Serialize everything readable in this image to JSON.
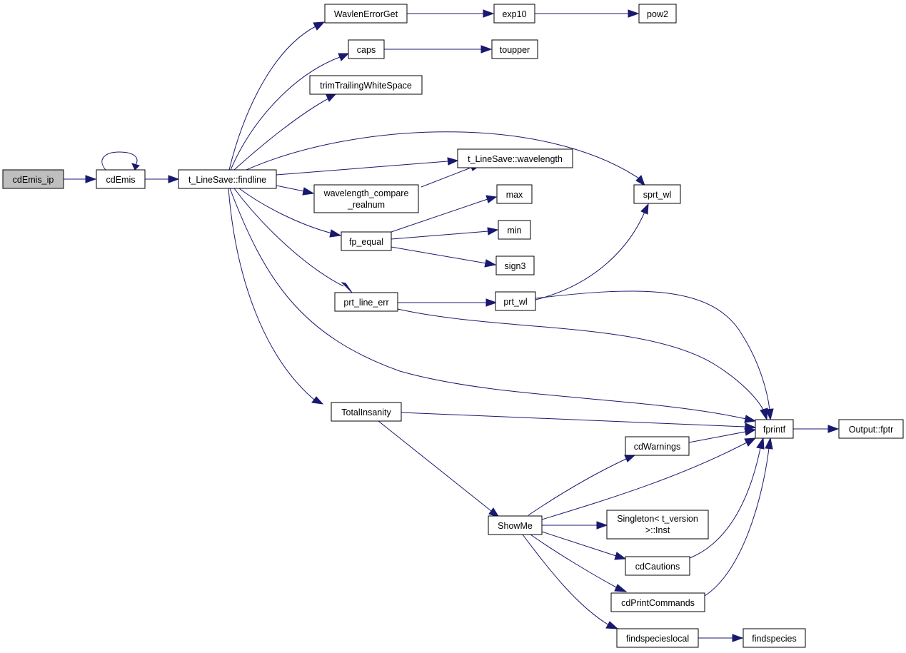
{
  "nodes": {
    "cdEmis_ip": {
      "label": "cdEmis_ip"
    },
    "cdEmis": {
      "label": "cdEmis"
    },
    "findline": {
      "label": "t_LineSave::findline"
    },
    "WavlenErrorGet": {
      "label": "WavlenErrorGet"
    },
    "exp10": {
      "label": "exp10"
    },
    "pow2": {
      "label": "pow2"
    },
    "caps": {
      "label": "caps"
    },
    "toupper": {
      "label": "toupper"
    },
    "trimTrailingWhiteSpace": {
      "label": "trimTrailingWhiteSpace"
    },
    "wavelength": {
      "label": "t_LineSave::wavelength"
    },
    "sprt_wl": {
      "label": "sprt_wl"
    },
    "wavelength_compare_realnum": {
      "label1": "wavelength_compare",
      "label2": "_realnum"
    },
    "max": {
      "label": "max"
    },
    "fp_equal": {
      "label": "fp_equal"
    },
    "min": {
      "label": "min"
    },
    "sign3": {
      "label": "sign3"
    },
    "prt_line_err": {
      "label": "prt_line_err"
    },
    "prt_wl": {
      "label": "prt_wl"
    },
    "TotalInsanity": {
      "label": "TotalInsanity"
    },
    "fprintf": {
      "label": "fprintf"
    },
    "Output_fptr": {
      "label": "Output::fptr"
    },
    "cdWarnings": {
      "label": "cdWarnings"
    },
    "ShowMe": {
      "label": "ShowMe"
    },
    "Singleton_Inst": {
      "label1": "Singleton< t_version",
      "label2": ">::Inst"
    },
    "cdCautions": {
      "label": "cdCautions"
    },
    "cdPrintCommands": {
      "label": "cdPrintCommands"
    },
    "findspecieslocal": {
      "label": "findspecieslocal"
    },
    "findspecies": {
      "label": "findspecies"
    }
  },
  "edges": [
    [
      "cdEmis_ip",
      "cdEmis"
    ],
    [
      "cdEmis",
      "cdEmis"
    ],
    [
      "cdEmis",
      "findline"
    ],
    [
      "findline",
      "WavlenErrorGet"
    ],
    [
      "findline",
      "caps"
    ],
    [
      "findline",
      "trimTrailingWhiteSpace"
    ],
    [
      "findline",
      "sprt_wl"
    ],
    [
      "findline",
      "wavelength"
    ],
    [
      "findline",
      "wavelength_compare_realnum"
    ],
    [
      "findline",
      "fp_equal"
    ],
    [
      "findline",
      "prt_line_err"
    ],
    [
      "findline",
      "fprintf"
    ],
    [
      "findline",
      "TotalInsanity"
    ],
    [
      "WavlenErrorGet",
      "exp10"
    ],
    [
      "exp10",
      "pow2"
    ],
    [
      "caps",
      "toupper"
    ],
    [
      "wavelength_compare_realnum",
      "wavelength"
    ],
    [
      "fp_equal",
      "max"
    ],
    [
      "fp_equal",
      "min"
    ],
    [
      "fp_equal",
      "sign3"
    ],
    [
      "prt_line_err",
      "prt_wl"
    ],
    [
      "prt_line_err",
      "fprintf"
    ],
    [
      "prt_wl",
      "sprt_wl"
    ],
    [
      "prt_wl",
      "fprintf"
    ],
    [
      "TotalInsanity",
      "fprintf"
    ],
    [
      "TotalInsanity",
      "ShowMe"
    ],
    [
      "fprintf",
      "Output_fptr"
    ],
    [
      "ShowMe",
      "cdWarnings"
    ],
    [
      "ShowMe",
      "fprintf"
    ],
    [
      "ShowMe",
      "Singleton_Inst"
    ],
    [
      "ShowMe",
      "cdCautions"
    ],
    [
      "ShowMe",
      "cdPrintCommands"
    ],
    [
      "ShowMe",
      "findspecieslocal"
    ],
    [
      "cdWarnings",
      "fprintf"
    ],
    [
      "cdCautions",
      "fprintf"
    ],
    [
      "cdPrintCommands",
      "fprintf"
    ],
    [
      "findspecieslocal",
      "findspecies"
    ]
  ],
  "colors": {
    "edge": "#191970",
    "root_fill": "#bfbfbf",
    "node_fill": "#ffffff",
    "node_stroke": "#000000"
  }
}
